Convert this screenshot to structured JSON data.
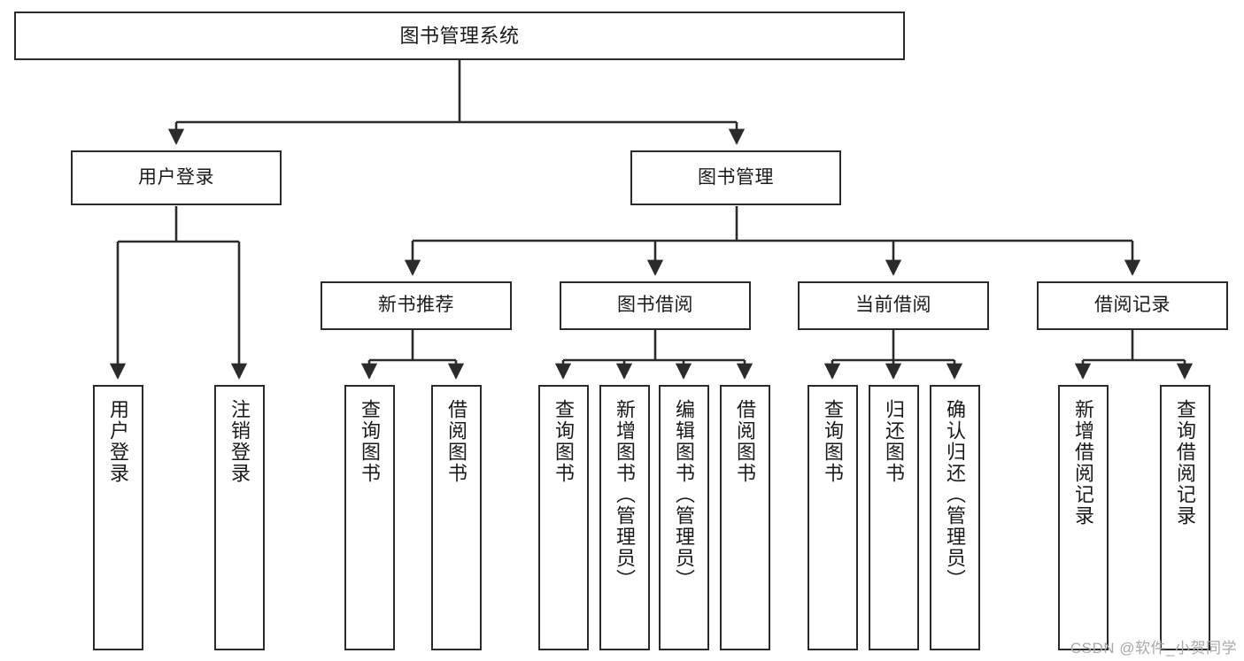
{
  "diagram": {
    "type": "tree-hierarchy",
    "title": "图书管理系统",
    "watermark": "CSDN @软件_小贺同学",
    "colors": {
      "box_border": "#2b2b2b",
      "box_fill": "#ffffff",
      "connector": "#2b2b2b",
      "text": "#1a1a1a",
      "watermark": "#a8a8a8"
    },
    "levels": [
      {
        "level": 1,
        "nodes": [
          {
            "id": "root",
            "label": "图书管理系统",
            "orientation": "horizontal"
          }
        ]
      },
      {
        "level": 2,
        "nodes": [
          {
            "id": "l2-user-login",
            "label": "用户登录",
            "orientation": "horizontal",
            "parent": "root"
          },
          {
            "id": "l2-book-mgmt",
            "label": "图书管理",
            "orientation": "horizontal",
            "parent": "root"
          }
        ]
      },
      {
        "level": 3,
        "nodes": [
          {
            "id": "l3-new-book-rec",
            "label": "新书推荐",
            "orientation": "horizontal",
            "parent": "l2-book-mgmt"
          },
          {
            "id": "l3-book-borrow",
            "label": "图书借阅",
            "orientation": "horizontal",
            "parent": "l2-book-mgmt"
          },
          {
            "id": "l3-current-borrow",
            "label": "当前借阅",
            "orientation": "horizontal",
            "parent": "l2-book-mgmt"
          },
          {
            "id": "l3-borrow-record",
            "label": "借阅记录",
            "orientation": "horizontal",
            "parent": "l2-book-mgmt"
          }
        ]
      },
      {
        "level": 4,
        "nodes": [
          {
            "id": "leaf-user-login",
            "label": "用户登录",
            "orientation": "vertical",
            "parent": "l2-user-login"
          },
          {
            "id": "leaf-logout",
            "label": "注销登录",
            "orientation": "vertical",
            "parent": "l2-user-login"
          },
          {
            "id": "leaf-query-book-1",
            "label": "查询图书",
            "orientation": "vertical",
            "parent": "l3-new-book-rec"
          },
          {
            "id": "leaf-borrow-book-1",
            "label": "借阅图书",
            "orientation": "vertical",
            "parent": "l3-new-book-rec"
          },
          {
            "id": "leaf-query-book-2",
            "label": "查询图书",
            "orientation": "vertical",
            "parent": "l3-book-borrow"
          },
          {
            "id": "leaf-add-book",
            "label": "新增图书（管理员）",
            "orientation": "vertical",
            "parent": "l3-book-borrow"
          },
          {
            "id": "leaf-edit-book",
            "label": "编辑图书（管理员）",
            "orientation": "vertical",
            "parent": "l3-book-borrow"
          },
          {
            "id": "leaf-borrow-book-2",
            "label": "借阅图书",
            "orientation": "vertical",
            "parent": "l3-book-borrow"
          },
          {
            "id": "leaf-query-book-3",
            "label": "查询图书",
            "orientation": "vertical",
            "parent": "l3-current-borrow"
          },
          {
            "id": "leaf-return-book",
            "label": "归还图书",
            "orientation": "vertical",
            "parent": "l3-current-borrow"
          },
          {
            "id": "leaf-confirm-return",
            "label": "确认归还（管理员）",
            "orientation": "vertical",
            "parent": "l3-current-borrow"
          },
          {
            "id": "leaf-add-record",
            "label": "新增借阅记录",
            "orientation": "vertical",
            "parent": "l3-borrow-record"
          },
          {
            "id": "leaf-query-record",
            "label": "查询借阅记录",
            "orientation": "vertical",
            "parent": "l3-borrow-record"
          }
        ]
      }
    ]
  },
  "nodes": {
    "root": {
      "label": "图书管理系统"
    },
    "l2": {
      "user_login": {
        "label": "用户登录"
      },
      "book_mgmt": {
        "label": "图书管理"
      }
    },
    "l3": {
      "new_book_rec": {
        "label": "新书推荐"
      },
      "book_borrow": {
        "label": "图书借阅"
      },
      "current_borrow": {
        "label": "当前借阅"
      },
      "borrow_record": {
        "label": "借阅记录"
      }
    },
    "leaves": {
      "user_login": {
        "label": "用户登录"
      },
      "logout": {
        "label": "注销登录"
      },
      "query_book_1": {
        "label": "查询图书"
      },
      "borrow_book_1": {
        "label": "借阅图书"
      },
      "query_book_2": {
        "label": "查询图书"
      },
      "add_book": {
        "label": "新增图书（管理员）"
      },
      "edit_book": {
        "label": "编辑图书（管理员）"
      },
      "borrow_book_2": {
        "label": "借阅图书"
      },
      "query_book_3": {
        "label": "查询图书"
      },
      "return_book": {
        "label": "归还图书"
      },
      "confirm_return": {
        "label": "确认归还（管理员）"
      },
      "add_record": {
        "label": "新增借阅记录"
      },
      "query_record": {
        "label": "查询借阅记录"
      }
    }
  },
  "watermark": {
    "text": "CSDN @软件_小贺同学"
  }
}
